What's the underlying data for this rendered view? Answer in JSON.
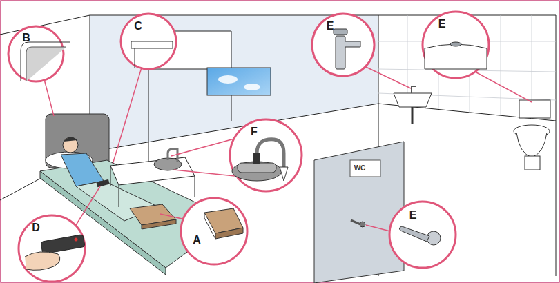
{
  "diagram": {
    "labels": [
      "B",
      "C",
      "E",
      "E",
      "F",
      "WC",
      "D",
      "A",
      "E"
    ]
  }
}
